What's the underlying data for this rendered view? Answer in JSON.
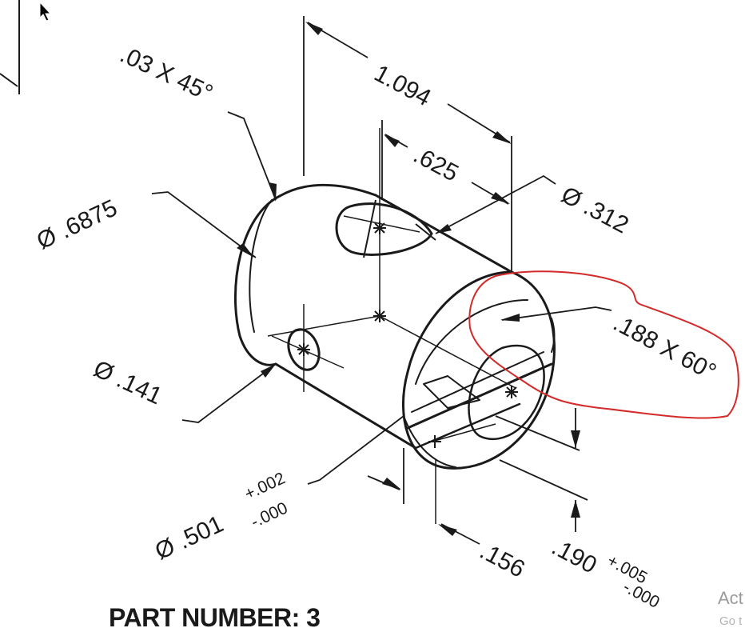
{
  "dimensions": {
    "chamfer": ".03 X 45°",
    "overall_length": "1.094",
    "hole_offset": ".625",
    "top_hole_dia": "Ø .312",
    "outer_dia": "Ø .6875",
    "bore_chamfer": ".188 X 60°",
    "side_hole_dia": "Ø .141",
    "bore_dia": "Ø .501",
    "bore_tol_upper": "+.002",
    "bore_tol_lower": "-.000",
    "slot_offset": ".156",
    "slot_depth": ".190",
    "slot_tol_upper": "+.005",
    "slot_tol_lower": "-.000"
  },
  "title_block": {
    "part_number": "PART NUMBER: 3"
  },
  "watermark": {
    "line1": "Act",
    "line2": "Go t"
  },
  "annotation": {
    "highlight_color": "#d42a2a"
  },
  "colors": {
    "ink": "#1a1a1a"
  }
}
